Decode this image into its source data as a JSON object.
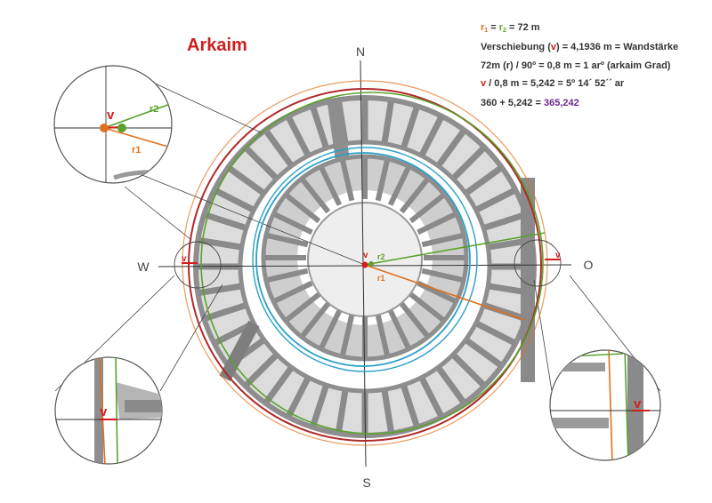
{
  "title": "Arkaim",
  "compass": {
    "north": "N",
    "south": "S",
    "west": "W",
    "east": "O"
  },
  "center_labels": {
    "v": "v",
    "r1": "r1",
    "r2": "r2"
  },
  "notes": {
    "line1": {
      "r1": "r",
      "r1_sub": "1",
      "eq": " = ",
      "r2": "r",
      "r2_sub": "2",
      "rest": " = 72 m"
    },
    "line2": {
      "pre": "Verschiebung (",
      "v": "v",
      "post": ") = 4,1936 m = Wandstärke"
    },
    "line3": "72m (r) / 90º =  0,8 m = 1 arº (arkaim Grad)",
    "line4": {
      "v": "v",
      "rest": " / 0,8 m = 5,242 = 5º 14´ 52´´ ar"
    },
    "line5": {
      "pre": "360 + 5,242 = ",
      "result": "365,242"
    }
  },
  "insets": {
    "top_left": {
      "v": "v",
      "r1": "r1",
      "r2": "r2"
    },
    "bottom_left": {
      "v": "v"
    },
    "bottom_right": {
      "v": "v"
    },
    "west_small": {
      "v": "v"
    },
    "east_small": {
      "v": "v"
    }
  },
  "colors": {
    "title": "#cc1f1f",
    "r1": "#e0701c",
    "r2": "#5aa12a",
    "v": "#d41e1e",
    "outer_circle": "#b02a2a",
    "inner_ring": "#2aa0c8",
    "purple": "#6a2a8c",
    "ruin": "#999999"
  }
}
